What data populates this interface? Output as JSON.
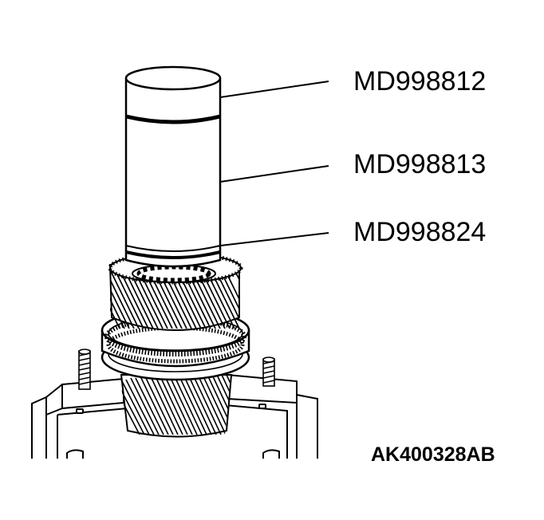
{
  "labels": {
    "tool_1": "MD998812",
    "tool_2": "MD998813",
    "tool_3": "MD998824"
  },
  "figure_id": "AK400328AB"
}
